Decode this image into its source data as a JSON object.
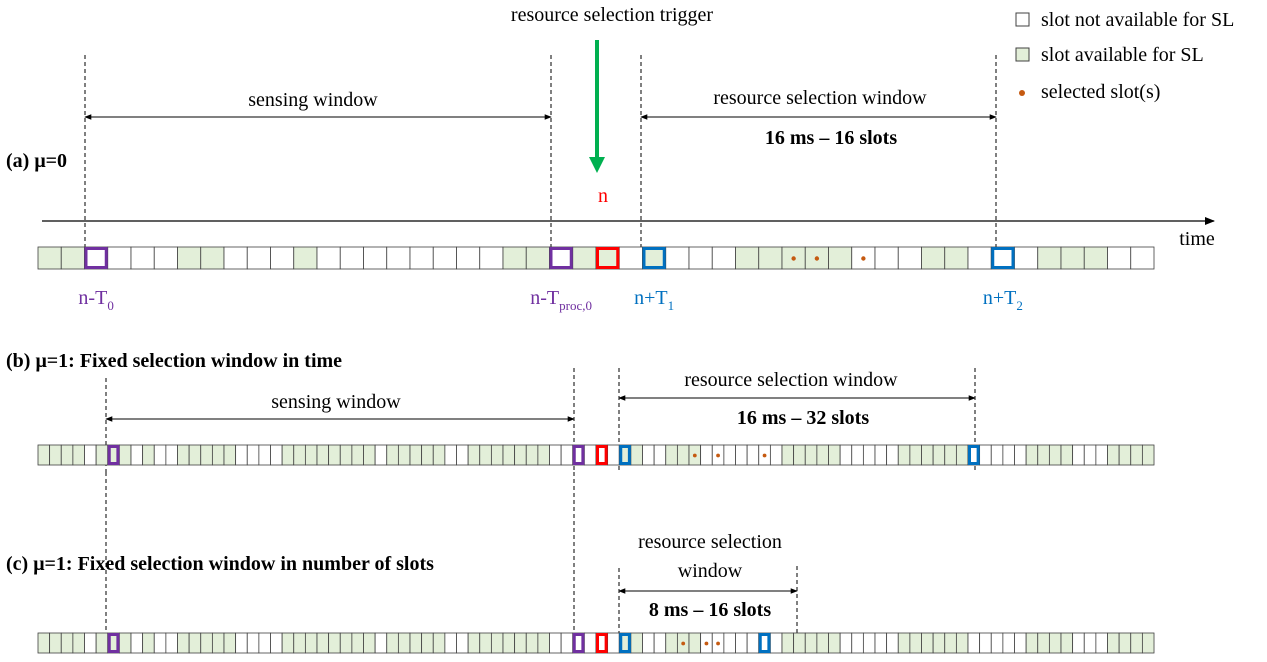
{
  "trigger_label": "resource selection trigger",
  "n_label": "n",
  "time_label": "time",
  "legend": {
    "not_available": "slot not available for SL",
    "available": "slot available for SL",
    "selected": "selected slot(s)"
  },
  "colors": {
    "available": "#e3efd9",
    "not_available": "#ffffff",
    "slot_border": "#404040",
    "purple": "#7030a0",
    "red": "#ff0000",
    "blue": "#0070c0",
    "selected_dot": "#c55a11",
    "trigger_arrow": "#00b050",
    "n_text": "#ff0000"
  },
  "panels": [
    {
      "id": "a",
      "title": "(a) μ=0",
      "sensing_label": "sensing window",
      "rsw_label_lines": [
        "resource selection window"
      ],
      "rsw_detail": "16 ms – 16 slots",
      "slot_count": 48,
      "available": [
        1,
        1,
        0,
        0,
        0,
        0,
        1,
        1,
        0,
        0,
        0,
        1,
        0,
        0,
        0,
        0,
        0,
        0,
        0,
        0,
        1,
        1,
        0,
        1,
        1,
        0,
        1,
        0,
        0,
        0,
        1,
        1,
        1,
        1,
        1,
        0,
        0,
        0,
        1,
        1,
        0,
        0,
        0,
        1,
        1,
        1,
        0,
        0
      ],
      "markers": [
        {
          "slot": 2,
          "color": "purple"
        },
        {
          "slot": 22,
          "color": "purple"
        },
        {
          "slot": 24,
          "color": "red"
        },
        {
          "slot": 26,
          "color": "blue"
        },
        {
          "slot": 41,
          "color": "blue"
        }
      ],
      "selected_slots": [
        32,
        33,
        35
      ],
      "slot_labels": [
        {
          "slot": 2,
          "main": "n-T",
          "sub": "0",
          "color": "purple"
        },
        {
          "slot": 22,
          "main": "n-T",
          "sub": "proc,0",
          "color": "purple"
        },
        {
          "slot": 26,
          "main": "n+T",
          "sub": "1",
          "color": "blue"
        },
        {
          "slot": 41,
          "main": "n+T",
          "sub": "2",
          "color": "blue"
        }
      ]
    },
    {
      "id": "b",
      "title": "(b) μ=1: Fixed selection window in time",
      "sensing_label": "sensing window",
      "rsw_label_lines": [
        "resource selection window"
      ],
      "rsw_detail": "16 ms – 32 slots",
      "slot_count": 96,
      "available": [
        1,
        1,
        1,
        1,
        0,
        1,
        1,
        1,
        0,
        1,
        0,
        0,
        1,
        1,
        1,
        1,
        1,
        0,
        0,
        0,
        0,
        1,
        1,
        1,
        1,
        1,
        1,
        1,
        1,
        0,
        1,
        1,
        1,
        1,
        1,
        0,
        0,
        1,
        1,
        1,
        1,
        1,
        1,
        1,
        0,
        0,
        0,
        0,
        0,
        0,
        1,
        1,
        0,
        0,
        1,
        1,
        1,
        0,
        0,
        0,
        0,
        0,
        0,
        0,
        1,
        1,
        1,
        1,
        1,
        0,
        0,
        0,
        0,
        0,
        1,
        1,
        1,
        1,
        1,
        1,
        0,
        0,
        0,
        0,
        0,
        1,
        1,
        1,
        1,
        0,
        0,
        0,
        1,
        1,
        1,
        1
      ],
      "markers": [
        {
          "slot": 6,
          "color": "purple"
        },
        {
          "slot": 46,
          "color": "purple"
        },
        {
          "slot": 48,
          "color": "red"
        },
        {
          "slot": 50,
          "color": "blue"
        },
        {
          "slot": 80,
          "color": "blue"
        }
      ],
      "selected_slots": [
        56,
        58,
        62
      ],
      "slot_labels": []
    },
    {
      "id": "c",
      "title": "(c) μ=1: Fixed selection window in number of slots",
      "sensing_label": "",
      "rsw_label_lines": [
        "resource selection",
        "window"
      ],
      "rsw_detail": "8 ms – 16 slots",
      "slot_count": 96,
      "available": [
        1,
        1,
        1,
        1,
        0,
        1,
        1,
        1,
        0,
        1,
        0,
        0,
        1,
        1,
        1,
        1,
        1,
        0,
        0,
        0,
        0,
        1,
        1,
        1,
        1,
        1,
        1,
        1,
        1,
        0,
        1,
        1,
        1,
        1,
        1,
        0,
        0,
        1,
        1,
        1,
        1,
        1,
        1,
        1,
        0,
        0,
        0,
        0,
        0,
        0,
        1,
        1,
        0,
        0,
        1,
        1,
        1,
        0,
        0,
        0,
        0,
        0,
        0,
        0,
        1,
        1,
        1,
        1,
        1,
        0,
        0,
        0,
        0,
        0,
        1,
        1,
        1,
        1,
        1,
        1,
        0,
        0,
        0,
        0,
        0,
        1,
        1,
        1,
        1,
        0,
        0,
        0,
        1,
        1,
        1,
        1
      ],
      "markers": [
        {
          "slot": 6,
          "color": "purple"
        },
        {
          "slot": 46,
          "color": "purple"
        },
        {
          "slot": 48,
          "color": "red"
        },
        {
          "slot": 50,
          "color": "blue"
        },
        {
          "slot": 62,
          "color": "blue"
        }
      ],
      "selected_slots": [
        55,
        57,
        58
      ],
      "slot_labels": []
    }
  ]
}
